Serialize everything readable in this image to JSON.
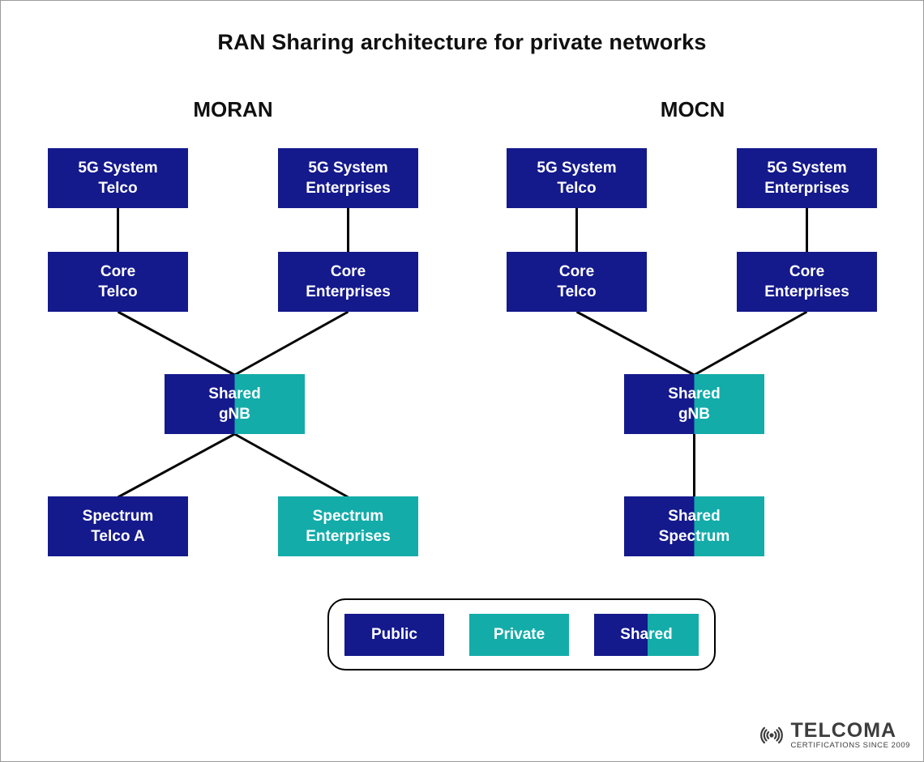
{
  "title": "RAN Sharing architecture for private networks",
  "colors": {
    "public_box": "#14198C",
    "private_box": "#13ACA9",
    "connector_line": "#050505",
    "box_text": "#FFFFFF",
    "logo_gray": "#3D3D3D"
  },
  "sections": {
    "moran": {
      "label": "MORAN",
      "nodes": {
        "fiveg_telco": "5G System\nTelco",
        "fiveg_enterprises": "5G System\nEnterprises",
        "core_telco": "Core\nTelco",
        "core_enterprises": "Core\nEnterprises",
        "shared_gnb": "Shared\ngNB",
        "spectrum_telco_a": "Spectrum\nTelco A",
        "spectrum_enterprises": "Spectrum\nEnterprises"
      }
    },
    "mocn": {
      "label": "MOCN",
      "nodes": {
        "fiveg_telco": "5G System\nTelco",
        "fiveg_enterprises": "5G System\nEnterprises",
        "core_telco": "Core\nTelco",
        "core_enterprises": "Core\nEnterprises",
        "shared_gnb": "Shared\ngNB",
        "shared_spectrum": "Shared\nSpectrum"
      }
    }
  },
  "legend": {
    "public_label": "Public",
    "private_label": "Private",
    "shared_label": "Shared"
  },
  "logo": {
    "brand": "TELCOMA",
    "tagline": "CERTIFICATIONS SINCE 2009"
  }
}
